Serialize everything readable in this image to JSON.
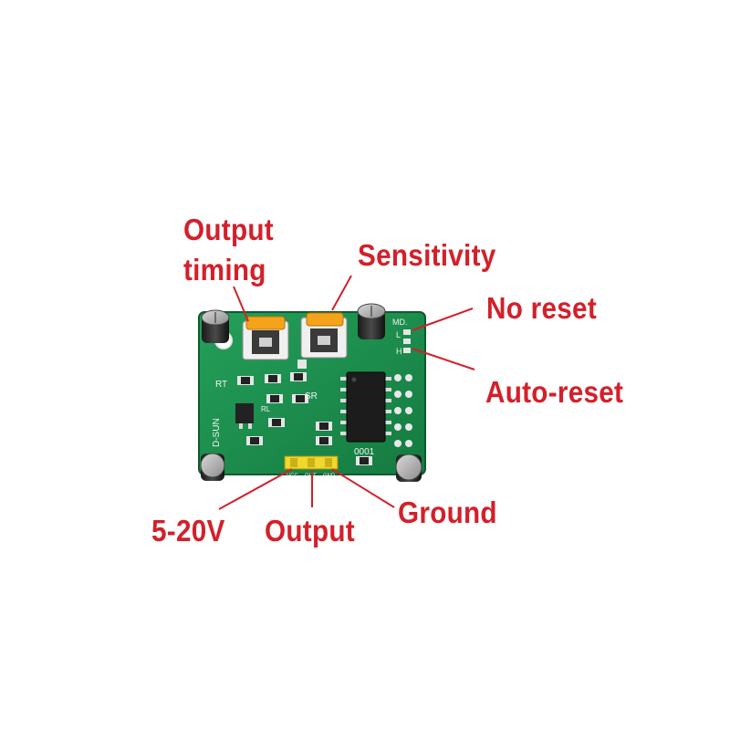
{
  "labels": {
    "output_timing_line1": "Output",
    "output_timing_line2": "timing",
    "sensitivity": "Sensitivity",
    "no_reset": "No reset",
    "auto_reset": "Auto-reset",
    "power": "5-20V",
    "output": "Output",
    "ground": "Ground"
  },
  "silkscreen": {
    "rt": "RT",
    "sr": "SR",
    "rl": "RL",
    "brand": "D-SUN",
    "md": "MD.",
    "l": "L",
    "h": "H",
    "chip_code": "0001",
    "vcc": "VCC",
    "out": "OUT",
    "gnd": "GND"
  },
  "colors": {
    "label_red": "#d3202a",
    "pcb_green": "#1f8a4c",
    "pot_orange": "#f5a31a",
    "header_yellow": "#f2d72c"
  }
}
